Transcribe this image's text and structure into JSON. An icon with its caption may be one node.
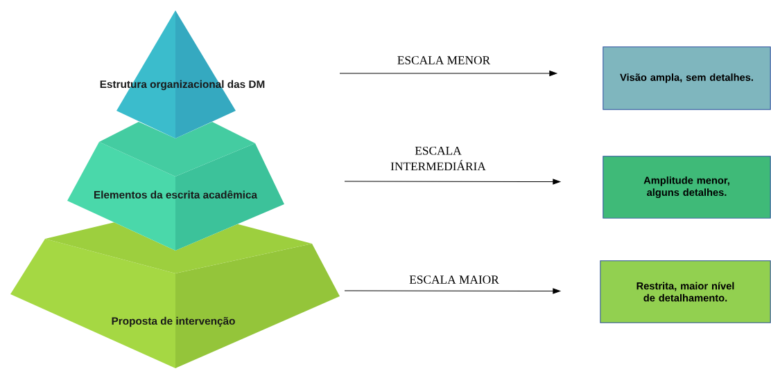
{
  "diagram": {
    "nodes": [
      {
        "text": [
          "Estrutura organizacional das DM"
        ]
      },
      {
        "text": [
          "Elementos da escrita acadêmica"
        ]
      },
      {
        "text": [
          "Proposta de intervenção"
        ]
      },
      {
        "text": [
          "Visão ampla, sem detalhes."
        ]
      },
      {
        "text": [
          "Amplitude menor, alguns detalhes."
        ]
      },
      {
        "text": [
          "Restrita, maior nível de detalhamento."
        ]
      }
    ],
    "edges": [
      {
        "from": null,
        "to": 3,
        "arrow": "to",
        "label": "ESCALA MENOR"
      },
      {
        "from": null,
        "to": 4,
        "arrow": "to",
        "label": "ESCALA INTERMEDIÁRIA"
      },
      {
        "from": 2,
        "to": 5,
        "arrow": "to",
        "label": "ESCALA MAIOR"
      }
    ]
  }
}
